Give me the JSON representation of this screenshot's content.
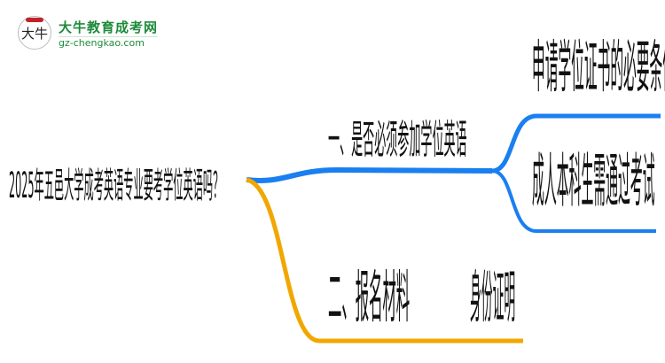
{
  "logo": {
    "mark": "大牛",
    "name": "大牛教育成考网",
    "url": "gz-chengkao.com"
  },
  "root": {
    "label": "2025年五邑大学成考英语专业要考学位英语吗？"
  },
  "branches": [
    {
      "label": "一、是否必须参加学位英语",
      "color": "#1a7ff0",
      "children": [
        {
          "label": "申请学位证书的必要条件"
        },
        {
          "label": "成人本科生需通过考试"
        }
      ]
    },
    {
      "label": "二、报名材料",
      "color": "#f0a800",
      "children": [
        {
          "label": "身份证明"
        }
      ]
    }
  ]
}
